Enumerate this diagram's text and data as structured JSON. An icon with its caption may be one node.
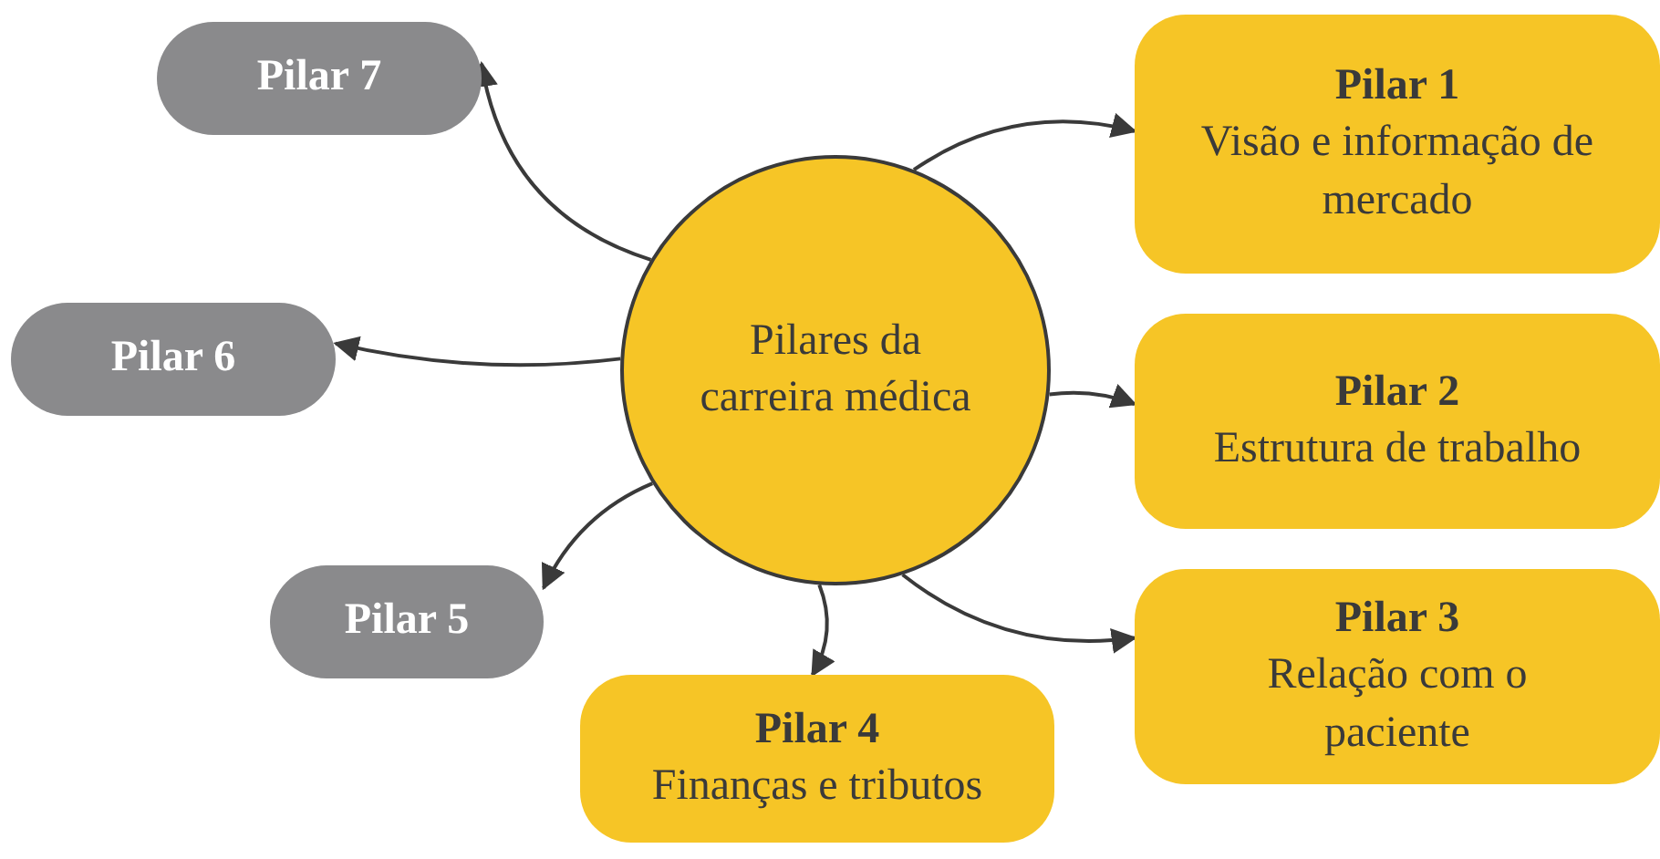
{
  "diagram": {
    "nodes": [
      {
        "text": [
          "Pilares da carreira médica"
        ]
      },
      {
        "text": [
          "Pilar 1",
          "Visão e informação de mercado"
        ]
      },
      {
        "text": [
          "Pilar 2",
          "Estrutura de trabalho"
        ]
      },
      {
        "text": [
          "Pilar 3",
          "Relação com o paciente"
        ]
      },
      {
        "text": [
          "Pilar 4",
          "Finanças e tributos"
        ]
      },
      {
        "text": [
          "Pilar 5"
        ]
      },
      {
        "text": [
          "Pilar 6"
        ]
      },
      {
        "text": [
          "Pilar 7"
        ]
      }
    ],
    "edges": [
      {
        "from": 0,
        "to": 1,
        "arrow": "to"
      },
      {
        "from": 0,
        "to": 2,
        "arrow": "to"
      },
      {
        "from": 0,
        "to": 3,
        "arrow": "to"
      },
      {
        "from": 0,
        "to": 4,
        "arrow": "to"
      },
      {
        "from": 0,
        "to": 5,
        "arrow": "to"
      },
      {
        "from": 0,
        "to": 6,
        "arrow": "to"
      },
      {
        "from": 0,
        "to": 7,
        "arrow": "to"
      }
    ]
  }
}
